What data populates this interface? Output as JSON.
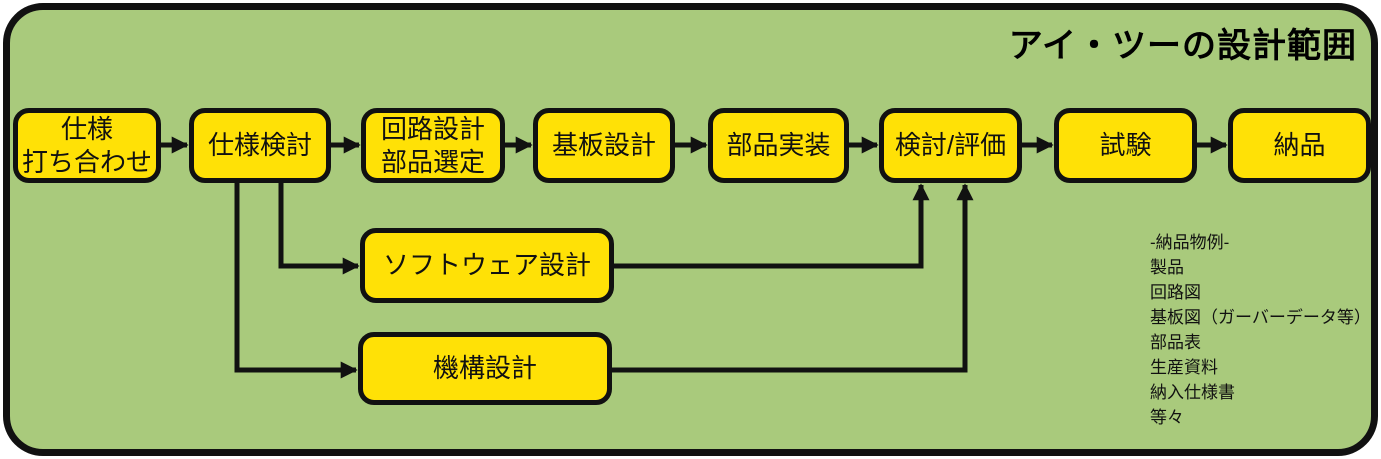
{
  "title": "アイ・ツーの設計範囲",
  "flow": {
    "main_steps": [
      {
        "label": "仕様\n打ち合わせ"
      },
      {
        "label": "仕様検討"
      },
      {
        "label": "回路設計\n部品選定"
      },
      {
        "label": "基板設計"
      },
      {
        "label": "部品実装"
      },
      {
        "label": "検討/評価"
      },
      {
        "label": "試験"
      },
      {
        "label": "納品"
      }
    ],
    "branch_steps": [
      {
        "label": "ソフトウェア設計"
      },
      {
        "label": "機構設計"
      }
    ]
  },
  "deliverables": {
    "heading": "-納品物例-",
    "items": [
      "製品",
      "回路図",
      "基板図（ガーバーデータ等）",
      "部品表",
      "生産資料",
      "納入仕様書",
      "等々"
    ]
  },
  "colors": {
    "background": "#a9ca7c",
    "box_fill": "#ffe106",
    "line": "#111111",
    "outer_background": "#ffffff"
  }
}
